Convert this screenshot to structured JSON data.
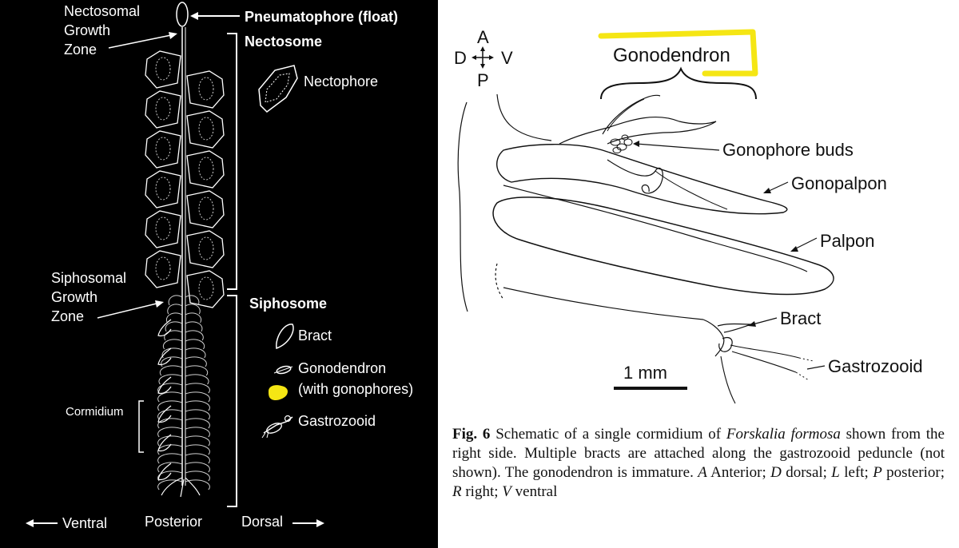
{
  "left_panel": {
    "labels": {
      "pneumatophore": "Pneumatophore  (float)",
      "nectosome": "Nectosome",
      "nectophore": "Nectophore",
      "nectosomal_1": "Nectosomal",
      "nectosomal_2": "Growth",
      "nectosomal_3": "Zone",
      "siphosomal_1": "Siphosomal",
      "siphosomal_2": "Growth",
      "siphosomal_3": "Zone",
      "siphosome": "Siphosome",
      "bract": "Bract",
      "gonodendron": "Gonodendron",
      "gonodendron_sub": "(with gonophores)",
      "gastrozooid": "Gastrozooid",
      "cormidium": "Cormidium",
      "ventral": "Ventral",
      "posterior": "Posterior",
      "dorsal": "Dorsal"
    },
    "highlight_color": "#f5e614"
  },
  "right_panel": {
    "compass": {
      "a": "A",
      "d": "D",
      "v": "V",
      "p": "P"
    },
    "labels": {
      "gonodendron": "Gonodendron",
      "gonophore_buds": "Gonophore buds",
      "gonopalpon": "Gonopalpon",
      "palpon": "Palpon",
      "bract": "Bract",
      "gastrozooid": "Gastrozooid",
      "scale": "1 mm"
    },
    "highlight_color": "#f5e614"
  },
  "caption": {
    "fig": "Fig. 6",
    "t1": " Schematic of a single cormidium of ",
    "species": "Forskalia formosa",
    "t2": " shown from the right side. Multiple bracts are attached along the gastrozooid peduncle (not shown). The gonodendron is immature. ",
    "a": "A",
    "t3": " Anterior; ",
    "d": "D",
    "t4": " dorsal; ",
    "l": "L",
    "t5": " left; ",
    "p": "P",
    "t6": " posterior; ",
    "r": "R",
    "t7": " right; ",
    "v": "V",
    "t8": " ventral"
  }
}
